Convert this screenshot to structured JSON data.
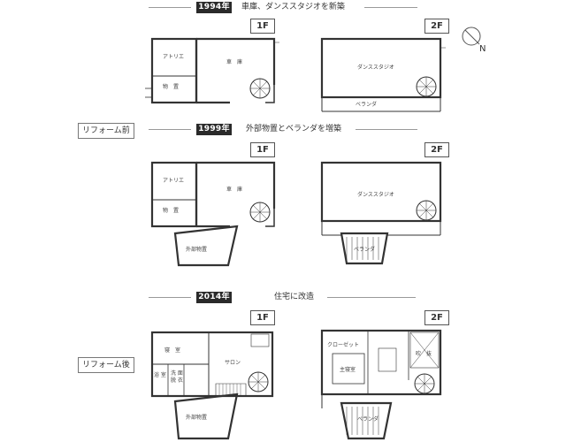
{
  "sections": [
    {
      "year": "1994年",
      "caption": "車庫、ダンススタジオを新築"
    },
    {
      "year": "1999年",
      "caption": "外部物置とベランダを増築"
    },
    {
      "year": "2014年",
      "caption": "住宅に改造"
    }
  ],
  "floors": {
    "first": "1F",
    "second": "2F"
  },
  "side_labels": {
    "before": "リフォーム前",
    "after": "リフォーム後"
  },
  "compass": {
    "north": "N"
  },
  "rooms": {
    "atelier": "アトリエ",
    "storage": "物　置",
    "garage": "車　庫",
    "dance_studio": "ダンススタジオ",
    "veranda": "ベランダ",
    "outdoor_storage": "外部物置",
    "bedroom": "寝　室",
    "salon": "サロン",
    "bath": "浴 室",
    "washroom": "洗 面",
    "dressing": "脱 衣",
    "closet": "クローゼット",
    "main_bedroom": "主寝室",
    "void": "吹　抜"
  }
}
